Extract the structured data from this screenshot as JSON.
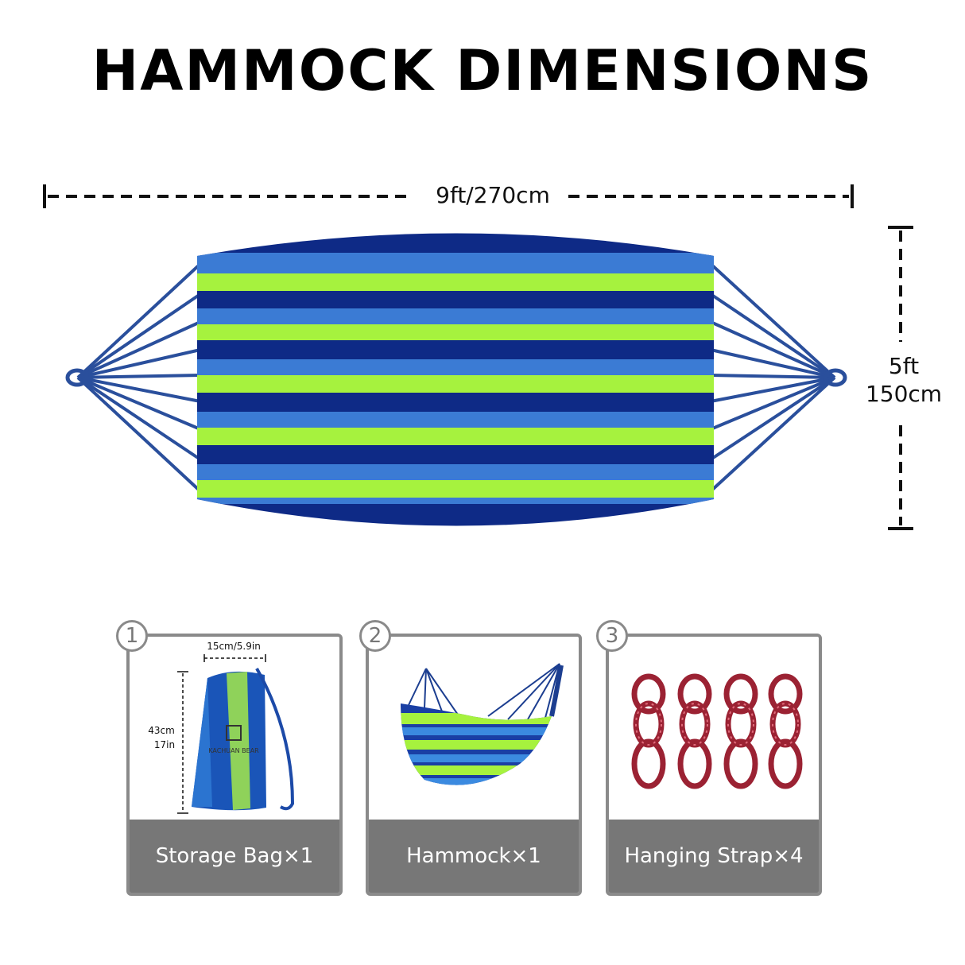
{
  "title": "HAMMOCK DIMENSIONS",
  "dimensions": {
    "length": "9ft/270cm",
    "width_ft": "5ft",
    "width_cm": "150cm"
  },
  "items": [
    {
      "number": "1",
      "caption": "Storage Bag×1",
      "bag_width": "15cm/5.9in",
      "bag_height_cm": "43cm",
      "bag_height_in": "17in",
      "brand": "KACHUAN BEAR"
    },
    {
      "number": "2",
      "caption": "Hammock×1"
    },
    {
      "number": "3",
      "caption": "Hanging Strap×4"
    }
  ],
  "colors": {
    "navy": "#0e2a86",
    "blue": "#3b7bd4",
    "lime": "#a6f23e",
    "rope": "#2a4f9c",
    "strap": "#9b2233",
    "caption_bg": "#777777",
    "border": "#8a8a8a"
  }
}
